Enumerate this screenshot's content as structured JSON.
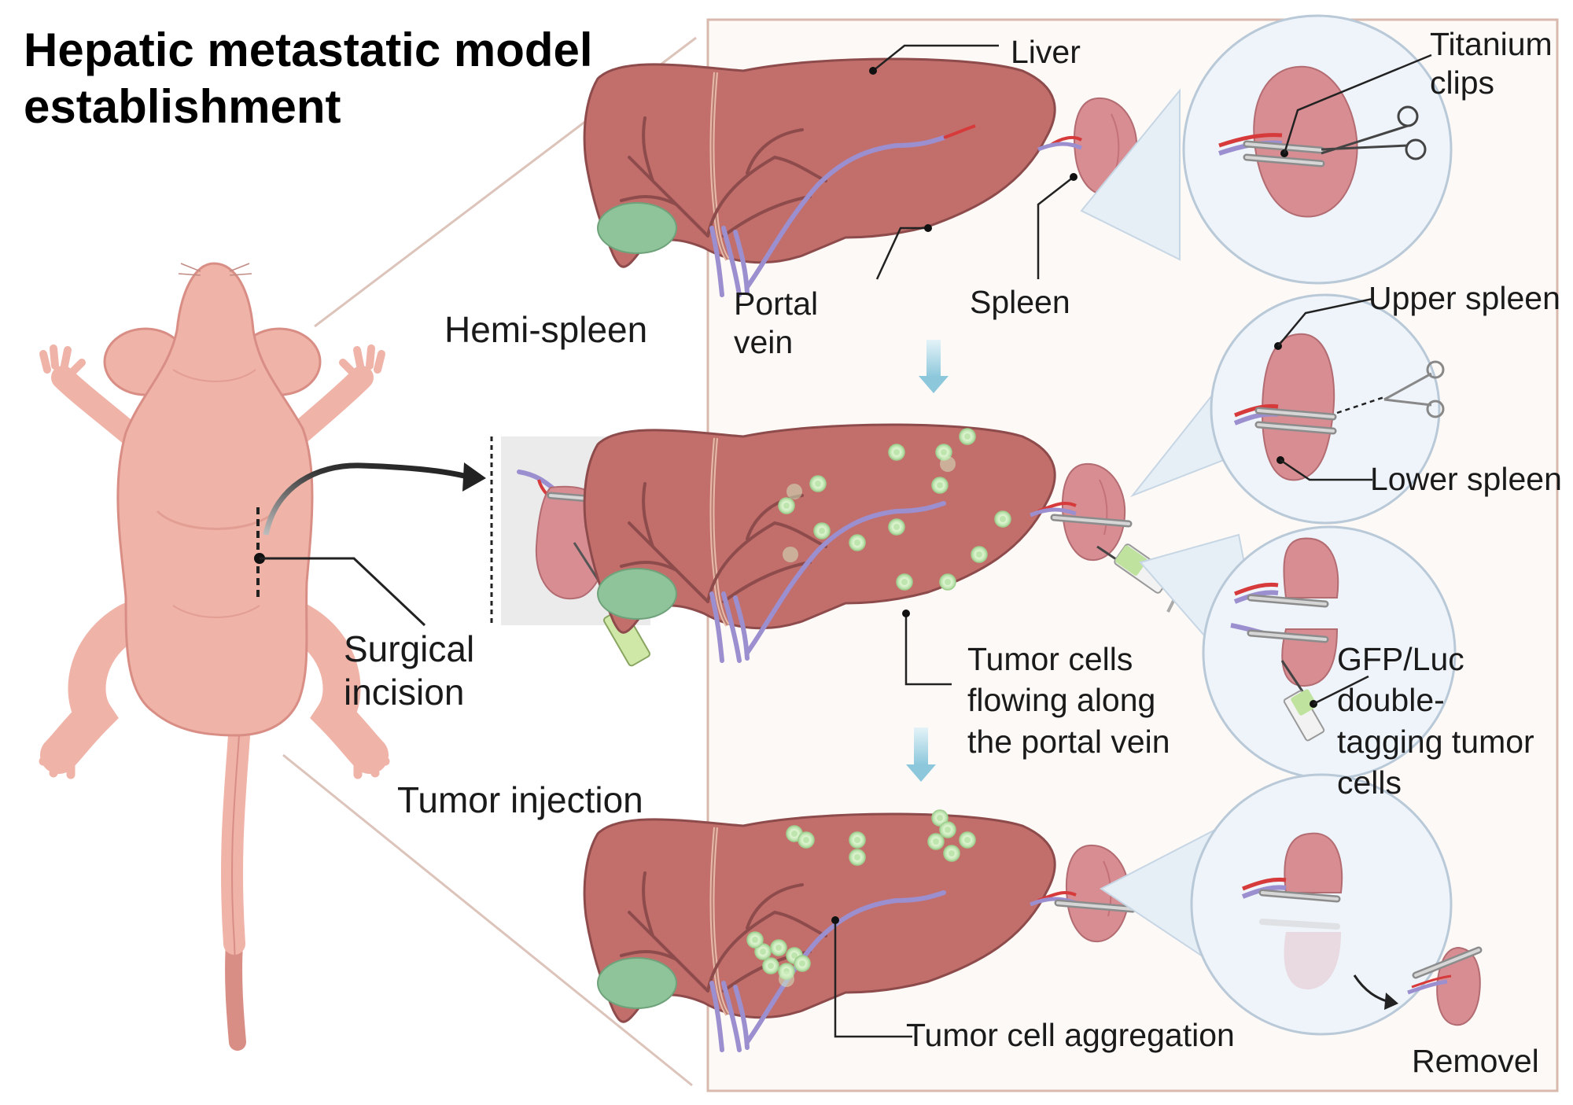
{
  "title": {
    "line1": "Hepatic metastatic model",
    "line2": "establishment"
  },
  "labels": {
    "hemi_spleen": "Hemi-spleen",
    "tumor_injection": "Tumor injection",
    "surgical_1": "Surgical",
    "surgical_2": "incision",
    "liver": "Liver",
    "portal_1": "Portal",
    "portal_2": "vein",
    "spleen": "Spleen",
    "titanium_1": "Titanium",
    "titanium_2": "clips",
    "upper_spleen": "Upper spleen",
    "lower_spleen": "Lower spleen",
    "flow_1": "Tumor cells",
    "flow_2": "flowing along",
    "flow_3": "the portal vein",
    "gfp_1": "GFP/Luc",
    "gfp_2": "double-",
    "gfp_3": "tagging tumor",
    "gfp_4": "cells",
    "aggregation": "Tumor cell aggregation",
    "removel": "Removel"
  },
  "colors": {
    "liver": "#c26f6c",
    "liver_dark": "#8e4b4b",
    "spleen": "#d88d92",
    "vein": "#9b8fcf",
    "artery": "#d63a3a",
    "gallbladder": "#8fc39a",
    "tumor": "#d6f0c6",
    "mouse": "#efb3a8",
    "panel_border": "#d9b9ad",
    "panel_bg": "#fdf9f6",
    "circle_bg": "#eef4fa",
    "arrow_blue": "#9fcfe0"
  }
}
